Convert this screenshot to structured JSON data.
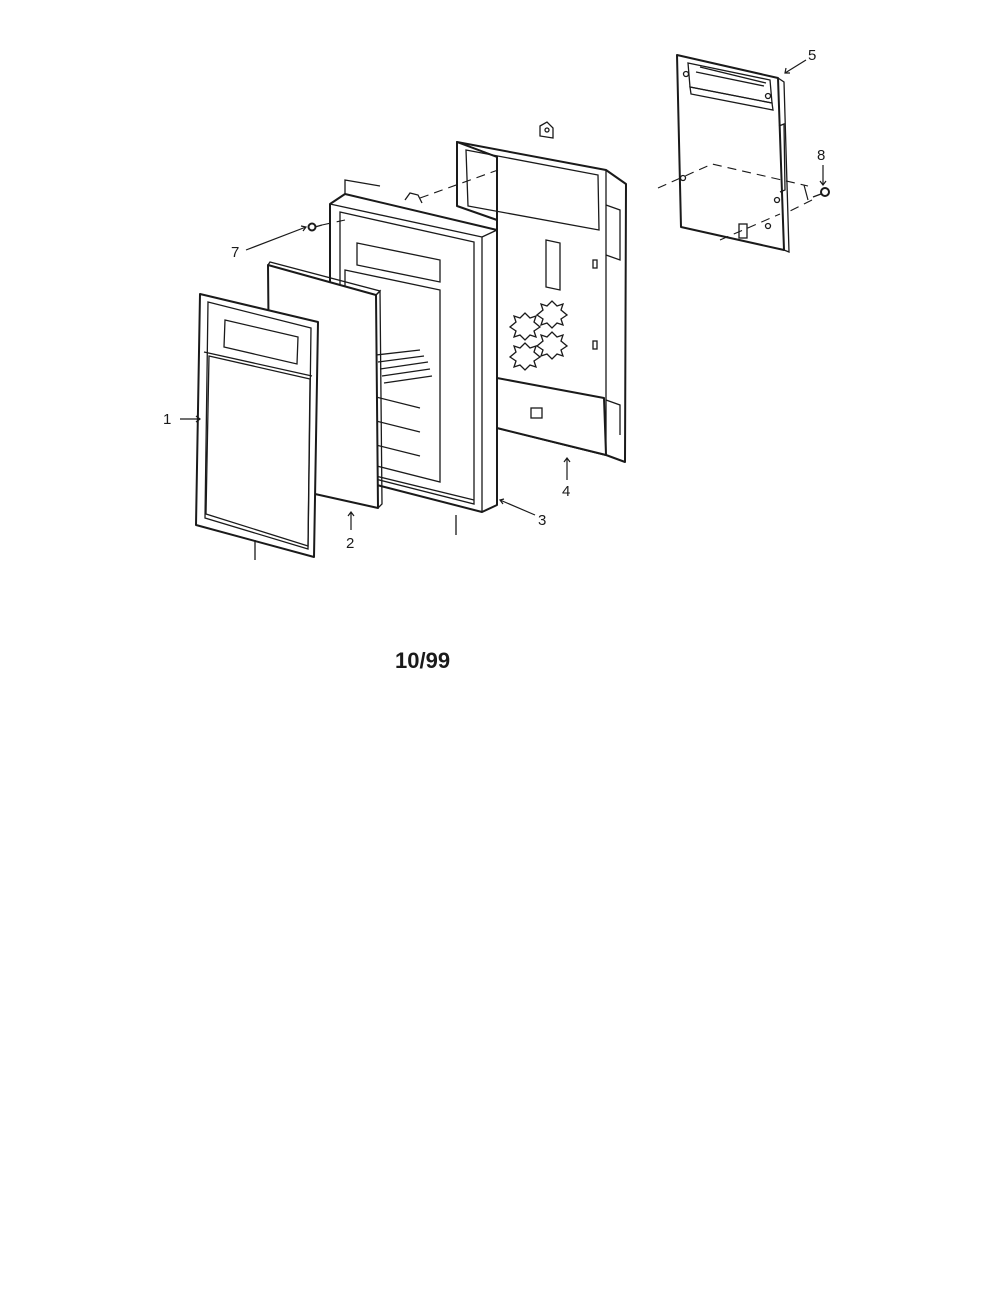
{
  "callouts": {
    "p1": "1",
    "p2": "2",
    "p3": "3",
    "p4": "4",
    "p5": "5",
    "p7": "7",
    "p8": "8"
  },
  "date_code": "10/99",
  "colors": {
    "line": "#1a1a1a",
    "background": "#ffffff"
  },
  "icons": {
    "screw": "screw-icon"
  }
}
